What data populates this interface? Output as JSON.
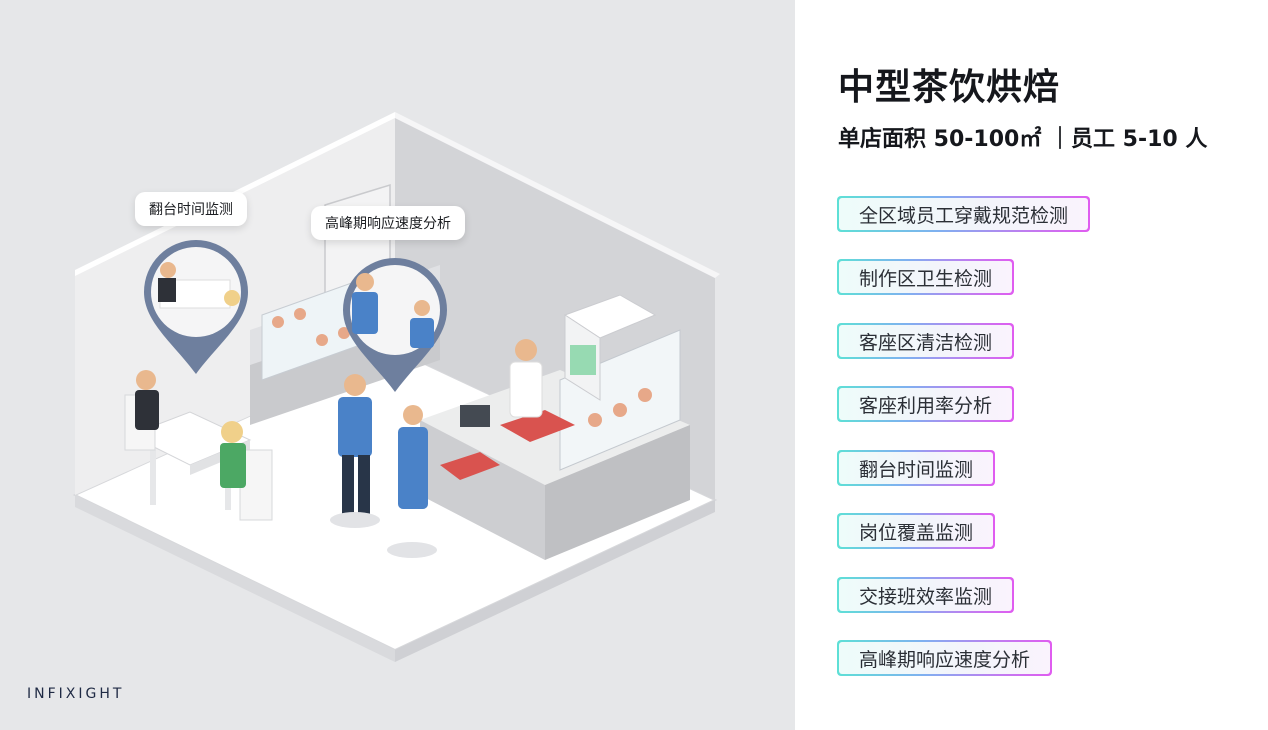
{
  "header": {
    "title": "中型茶饮烘焙",
    "subtitle": "单店面积 50-100㎡ ｜员工 5-10 人"
  },
  "features": [
    {
      "label": "全区域员工穿戴规范检测"
    },
    {
      "label": "制作区卫生检测"
    },
    {
      "label": "客座区清洁检测"
    },
    {
      "label": "客座利用率分析"
    },
    {
      "label": "翻台时间监测"
    },
    {
      "label": "岗位覆盖监测"
    },
    {
      "label": "交接班效率监测"
    },
    {
      "label": "高峰期响应速度分析"
    }
  ],
  "callouts": {
    "table_turn": "翻台时间监测",
    "peak_response": "高峰期响应速度分析"
  },
  "brand": {
    "logo": "INFIXIGHT"
  },
  "colors": {
    "accent_teal": "#5ee0d6",
    "accent_purple": "#c07cf0",
    "pin_blue": "#6e7f9e",
    "staff_blue": "#4a82c8"
  }
}
